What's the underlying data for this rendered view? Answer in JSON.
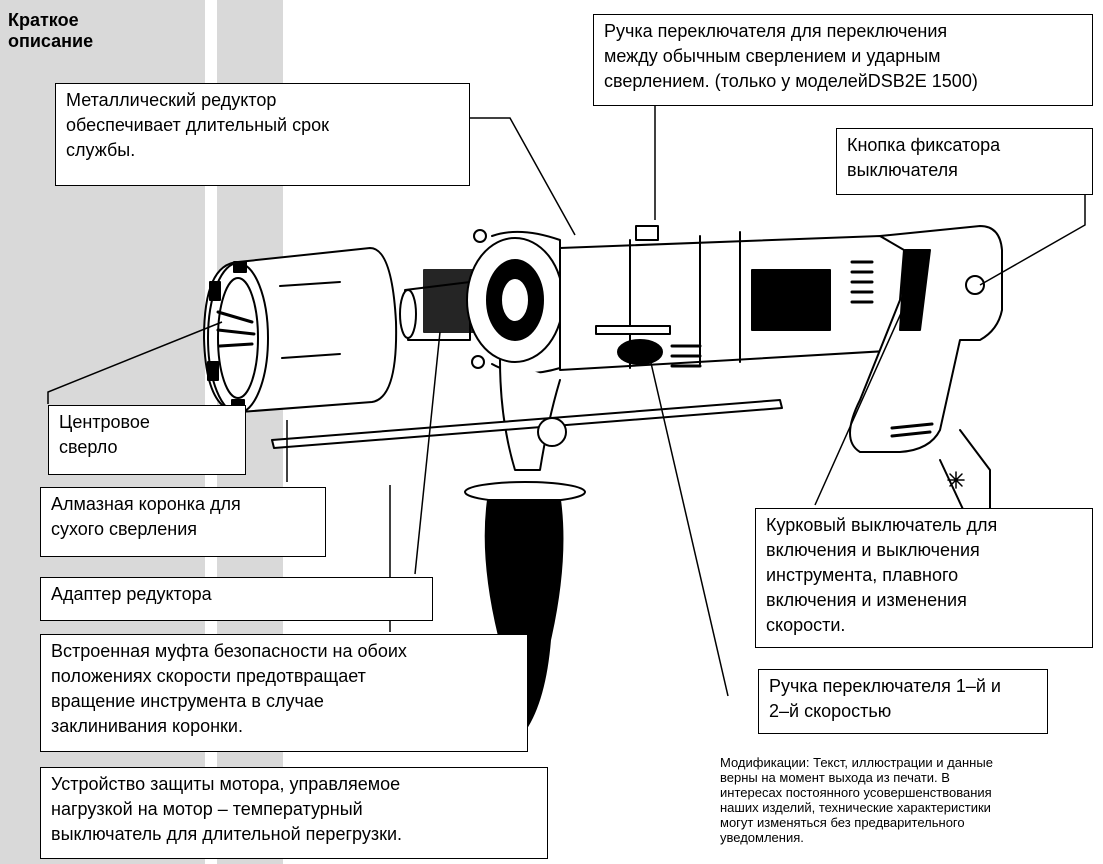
{
  "section_title": "Краткое\nописание",
  "callouts": {
    "metal_gearbox": "Металлический редуктор\nобеспечивает длительный срок\nслужбы.",
    "switch_knob_mode": "Ручка переключателя для переключения\nмежду обычным сверлением и ударным\nсверлением. (только у моделейDSB2E 1500)",
    "lock_button": "Кнопка фиксатора\nвыключателя",
    "center_drill": "Центровое\nсверло",
    "diamond_crown": "Алмазная коронка для\nсухого сверления",
    "gear_adapter": "Адаптер редуктора",
    "safety_clutch": "Встроенная муфта безопасности на обоих\nположениях скорости предотвращает\nвращение инструмента в случае\nзаклинивания коронки.",
    "motor_protection": "Устройство защиты мотора, управляемое\nнагрузкой на мотор – температурный\nвыключатель для длительной перегрузки.",
    "trigger_switch": "Курковый выключатель для\nвключения и выключения\nинструмента, плавного\nвключения и изменения\nскорости.",
    "speed_knob": "Ручка переключателя 1–й и\n2–й скоростью"
  },
  "note": "Модификации: Текст, иллюстрации и данные\nверны на момент выхода из печати. В\nинтересах постоянного усовершенствования\nнаших изделий, технические характеристики\nмогут изменяться без предварительного\nуведомления."
}
